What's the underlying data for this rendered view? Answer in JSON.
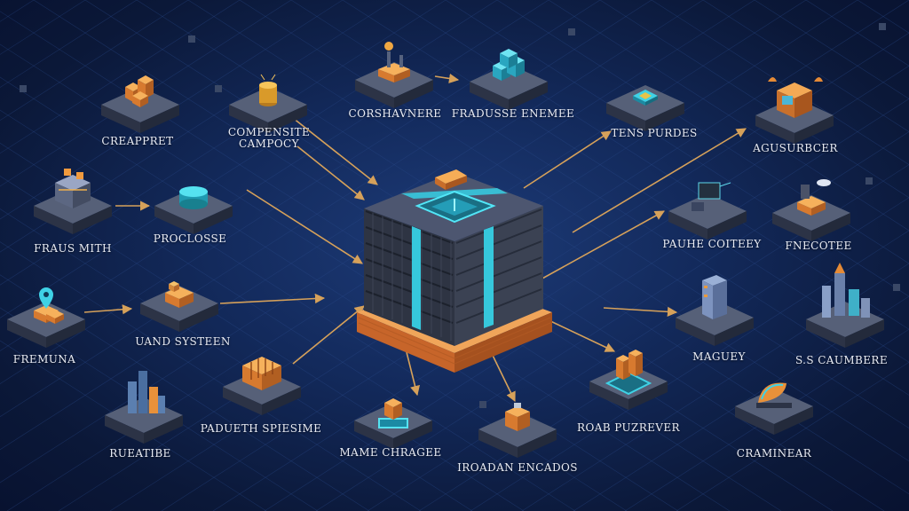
{
  "diagram": {
    "hub": {
      "name": "central-server-cube"
    },
    "nodes": [
      {
        "id": "crepret",
        "label": "CREAPPRET",
        "icon": "orange-blocks-icon"
      },
      {
        "id": "composite",
        "label": "COMPENSITE",
        "label2": "CAMPOCY",
        "icon": "gold-coins-icon"
      },
      {
        "id": "corshavnere",
        "label": "CORSHAVNERE",
        "icon": "factory-icon"
      },
      {
        "id": "fradusse",
        "label": "FRADUSSE ENEMEE",
        "icon": "cyan-blocks-icon"
      },
      {
        "id": "tens",
        "label": "TENS PURDES",
        "icon": "chip-icon"
      },
      {
        "id": "agusurbcer",
        "label": "AGUSURBCER",
        "icon": "crate-icon"
      },
      {
        "id": "frausmith",
        "label": "FRAUS MITH",
        "icon": "machinery-icon"
      },
      {
        "id": "procluse",
        "label": "PROCLOSSE",
        "icon": "cylinder-icon"
      },
      {
        "id": "pauhe",
        "label": "PAUHE COITEEY",
        "icon": "workstation-icon"
      },
      {
        "id": "fnecotee",
        "label": "FNECOTEE",
        "icon": "robot-icon"
      },
      {
        "id": "fremuna",
        "label": "FREMUNA",
        "icon": "location-pin-icon"
      },
      {
        "id": "uand",
        "label": "UAND SYSTEEN",
        "icon": "package-icon"
      },
      {
        "id": "magucy",
        "label": "MAGUEY",
        "icon": "building-icon"
      },
      {
        "id": "s3",
        "label": "S.S CAUMBERE",
        "icon": "city-icon"
      },
      {
        "id": "paduveth",
        "label": "PADUETH SPIESIME",
        "icon": "server-rack-icon"
      },
      {
        "id": "mame",
        "label": "MAME CHRAGEE",
        "icon": "glowing-box-icon"
      },
      {
        "id": "iroadan",
        "label": "IROADAN ENCADOS",
        "icon": "hardware-icon"
      },
      {
        "id": "roab",
        "label": "ROAB PUZREVER",
        "icon": "gear-machine-icon"
      },
      {
        "id": "rueatibe",
        "label": "RUEATIBE",
        "icon": "towers-icon"
      },
      {
        "id": "craminear",
        "label": "CRAMINEAR",
        "icon": "satellite-dish-icon"
      }
    ],
    "colors": {
      "background": "#132a5c",
      "tile_top": "#566078",
      "tile_side": "#2c3346",
      "accent_orange": "#e9923a",
      "accent_cyan": "#3fd2e6",
      "arrow": "#d6a15a"
    }
  }
}
